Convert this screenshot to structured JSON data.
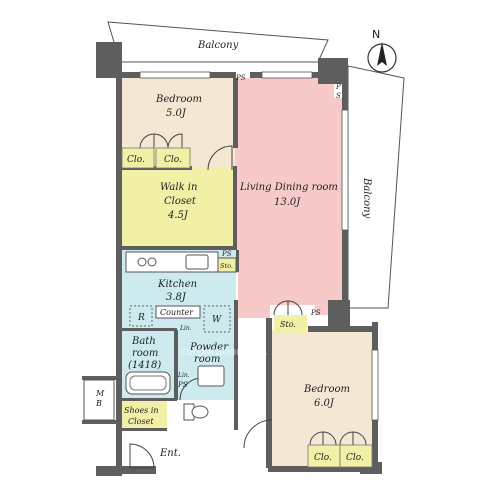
{
  "plan": {
    "compass": {
      "north_label": "N",
      "icon": "north-arrow-icon"
    },
    "rooms": {
      "balcony_top": {
        "name": "Balcony"
      },
      "balcony_right": {
        "name": "Balcony"
      },
      "bedroom_1": {
        "name": "Bedroom",
        "size": "5.0J"
      },
      "bedroom_2": {
        "name": "Bedroom",
        "size": "6.0J"
      },
      "walk_in_closet": {
        "line1": "Walk in",
        "line2": "Closet",
        "size": "4.5J"
      },
      "living_dining": {
        "name": "Living Dining room",
        "size": "13.0J"
      },
      "kitchen": {
        "name": "Kitchen",
        "size": "3.8J"
      },
      "bathroom": {
        "line1": "Bath",
        "line2": "room",
        "size": "(1418)"
      },
      "powder_room": {
        "line1": "Powder",
        "line2": "room"
      },
      "shoes_in_closet": {
        "line1": "Shoes in",
        "line2": "Closet"
      },
      "entrance": {
        "name": "Ent."
      }
    },
    "fixtures": {
      "clo_1": "Clo.",
      "clo_2": "Clo.",
      "clo_3": "Clo.",
      "clo_4": "Clo.",
      "storage_kitchen": "Sto.",
      "storage_living": "Sto.",
      "counter": "Counter",
      "refrigerator": "R",
      "washer": "W",
      "ps_top": "PS",
      "ps_right_1": "P",
      "ps_right_2": "S",
      "ps_kitchen": "PS",
      "ps_living": "PS",
      "ps_bath": "PS",
      "mb_1": "M",
      "mb_2": "B",
      "lin_1": "Lin.",
      "lin_2": "Lin."
    },
    "watermark": "corporation Ltd.",
    "colors": {
      "bedroom": "#F4E7D3",
      "walk_in": "#F2EFA6",
      "living": "#F7C9C9",
      "wet_area": "#CDEBEF",
      "wall": "#5e5e5e",
      "floor_white": "#ffffff"
    }
  }
}
